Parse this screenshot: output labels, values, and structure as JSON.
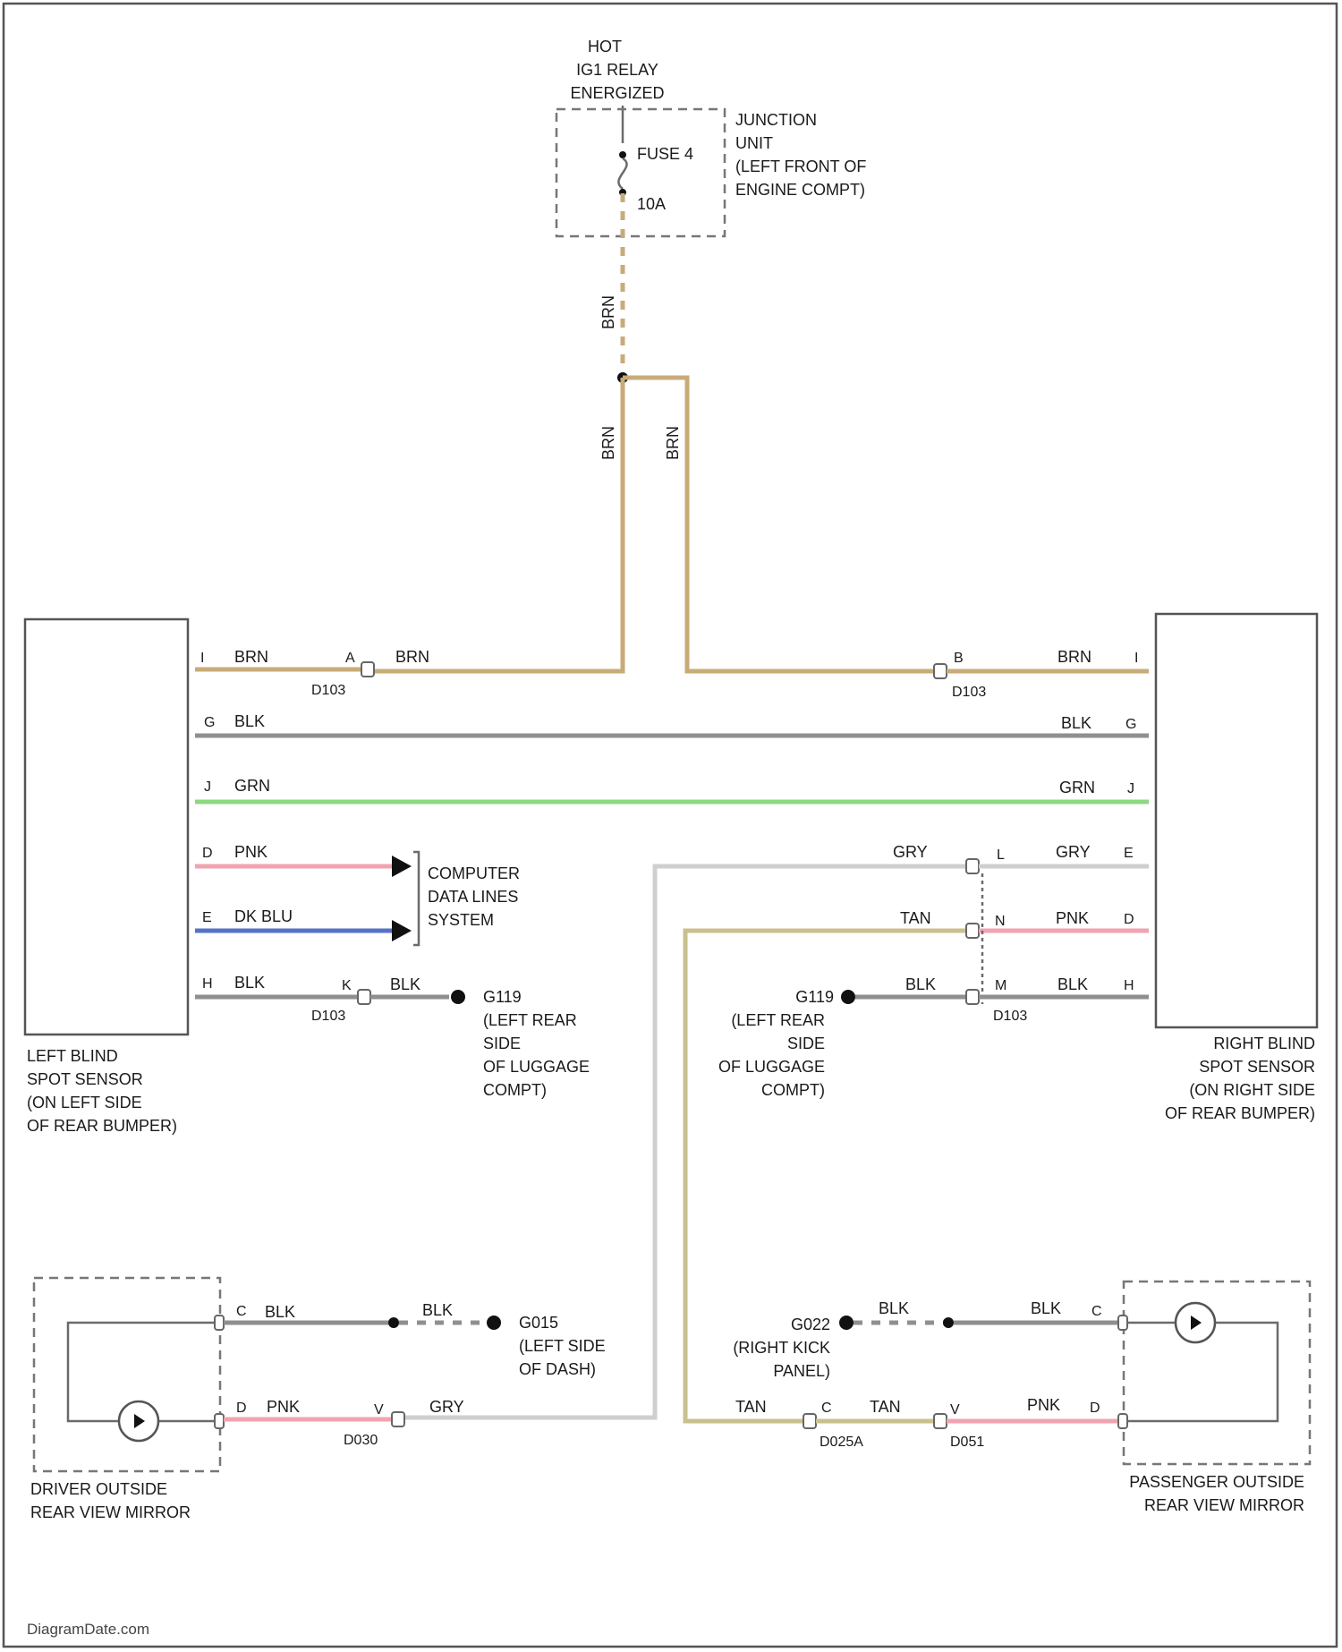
{
  "power": {
    "hot_line1": "HOT",
    "hot_line2": "IG1 RELAY",
    "hot_line3": "ENERGIZED",
    "fuse_label": "FUSE 4",
    "fuse_rating": "10A",
    "junction_line1": "JUNCTION",
    "junction_line2": "UNIT",
    "junction_line3": "(LEFT FRONT OF",
    "junction_line4": "ENGINE COMPT)",
    "feed_color": "BRN",
    "left_drop_color": "BRN",
    "right_drop_color": "BRN"
  },
  "left_sensor": {
    "caption_line1": "LEFT BLIND",
    "caption_line2": "SPOT SENSOR",
    "caption_line3": "(ON LEFT SIDE",
    "caption_line4": "OF REAR BUMPER)"
  },
  "right_sensor": {
    "caption_line1": "RIGHT BLIND",
    "caption_line2": "SPOT SENSOR",
    "caption_line3": "(ON RIGHT SIDE",
    "caption_line4": "OF REAR BUMPER)"
  },
  "wires": {
    "left_pin_1": "I",
    "left_brn_1": "BRN",
    "left_pin_a": "A",
    "left_brn_2": "BRN",
    "left_conn_1": "D103",
    "right_pin_b": "B",
    "right_brn": "BRN",
    "right_pin_i": "I",
    "right_conn_1": "D103",
    "left_pin_g": "G",
    "left_blk_top": "BLK",
    "right_blk_top": "BLK",
    "right_pin_g": "G",
    "left_pin_j": "J",
    "left_grn": "GRN",
    "right_grn": "GRN",
    "right_pin_j": "J",
    "left_pin_d": "D",
    "left_pnk": "PNK",
    "left_pin_e": "E",
    "left_dkblu": "DK BLU",
    "data_line1": "COMPUTER",
    "data_line2": "DATA LINES",
    "data_line3": "SYSTEM",
    "left_pin_h": "H",
    "left_blk_bot": "BLK",
    "left_pin_k": "K",
    "left_blk_bot2": "BLK",
    "left_conn_2": "D103",
    "left_ground": "G119",
    "left_ground_line1": "(LEFT REAR",
    "left_ground_line2": "SIDE",
    "left_ground_line3": "OF LUGGAGE",
    "left_ground_line4": "COMPT)",
    "right_gry_in": "GRY",
    "right_pin_l": "L",
    "right_gry_out": "GRY",
    "right_pin_e": "E",
    "right_tan_in": "TAN",
    "right_pin_n": "N",
    "right_pnk_out": "PNK",
    "right_pin_d": "D",
    "right_ground": "G119",
    "right_ground_line1": "(LEFT REAR",
    "right_ground_line2": "SIDE",
    "right_ground_line3": "OF LUGGAGE",
    "right_ground_line4": "COMPT)",
    "right_blk_in": "BLK",
    "right_pin_m": "M",
    "right_blk_out": "BLK",
    "right_pin_h": "H",
    "right_conn_2": "D103"
  },
  "driver_mirror": {
    "caption_line1": "DRIVER OUTSIDE",
    "caption_line2": "REAR VIEW MIRROR",
    "pin_c": "C",
    "blk_1": "BLK",
    "blk_2": "BLK",
    "ground": "G015",
    "ground_line1": "(LEFT SIDE",
    "ground_line2": "OF DASH)",
    "pin_d": "D",
    "pnk": "PNK",
    "pin_v": "V",
    "gry": "GRY",
    "conn": "D030"
  },
  "passenger_mirror": {
    "caption_line1": "PASSENGER OUTSIDE",
    "caption_line2": "REAR VIEW MIRROR",
    "ground": "G022",
    "ground_line1": "(RIGHT KICK",
    "ground_line2": "PANEL)",
    "blk_1": "BLK",
    "blk_2": "BLK",
    "pin_c": "C",
    "tan_1": "TAN",
    "pin_c2": "C",
    "tan_2": "TAN",
    "conn_1": "D025A",
    "pin_v": "V",
    "pnk": "PNK",
    "pin_d": "D",
    "conn_2": "D051"
  },
  "footer": {
    "watermark": "DiagramDate.com"
  }
}
